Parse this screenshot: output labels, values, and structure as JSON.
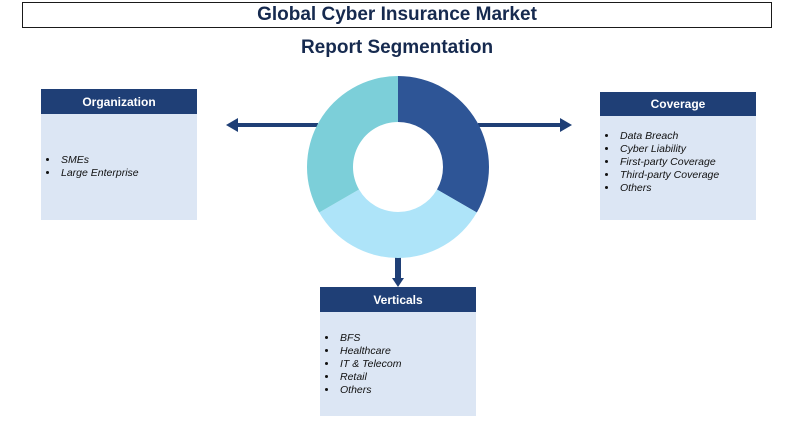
{
  "header": {
    "title": "Global Cyber Insurance Market",
    "subtitle": "Report Segmentation"
  },
  "colors": {
    "header_fill": "#1f3f76",
    "box_fill": "#dce6f4",
    "donut_dark": "#2e5596",
    "donut_light": "#aee4f9",
    "donut_teal": "#7ccfd9"
  },
  "segments": {
    "organization": {
      "label": "Organization",
      "items": [
        "SMEs",
        "Large Enterprise"
      ]
    },
    "coverage": {
      "label": "Coverage",
      "items": [
        "Data Breach",
        "Cyber Liability",
        "First-party Coverage",
        "Third-party Coverage",
        "Others"
      ]
    },
    "verticals": {
      "label": "Verticals",
      "items": [
        "BFS",
        "Healthcare",
        "IT & Telecom",
        "Retail",
        "Others"
      ]
    }
  }
}
